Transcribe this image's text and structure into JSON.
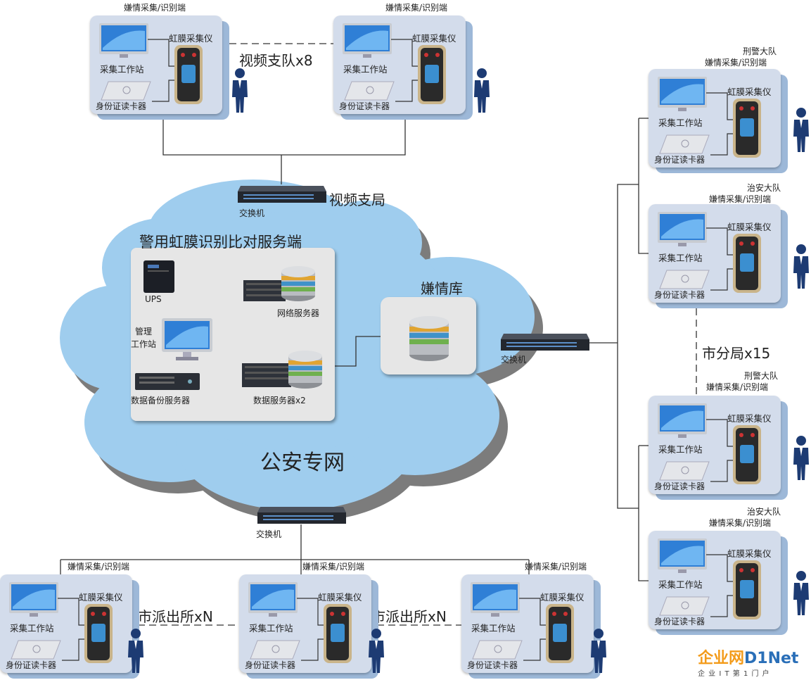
{
  "cloud": {
    "label": "公安专网"
  },
  "server_group": {
    "title": "警用虹膜识别比对服务端",
    "ups": "UPS",
    "mgmt_ws_line1": "管理",
    "mgmt_ws_line2": "工作站",
    "web_server": "网络服务器",
    "backup_server": "数据备份服务器",
    "data_server": "数据服务器x2"
  },
  "database": {
    "title": "嫌情库"
  },
  "switches": {
    "top": "交换机",
    "right": "交换机",
    "bottom": "交换机"
  },
  "branches": {
    "video_bureau": "视频支局",
    "video_detachment": "视频支队x8",
    "city_branch": "市分局x15",
    "police_station_1": "市派出所xN",
    "police_station_2": "市派出所xN"
  },
  "station": {
    "workstation": "采集工作站",
    "iris": "虹膜采集仪",
    "reader": "身份证读卡器",
    "endpoint": "嫌情采集/识别端"
  },
  "right_groups": {
    "g1_unit": "刑警大队",
    "g2_unit": "治安大队",
    "g3_unit": "刑警大队",
    "g4_unit": "治安大队"
  },
  "watermark": {
    "brand": "企业网D1Net",
    "sub": "企 业 I T 第 1 门 户"
  },
  "colors": {
    "cloud": "#9fcdee",
    "panel": "#d3dceb",
    "panel_shadow": "#9db8d8",
    "switch": "#2a2f3a",
    "logo_orange": "#f39b1a",
    "logo_blue": "#2a6fb8"
  }
}
